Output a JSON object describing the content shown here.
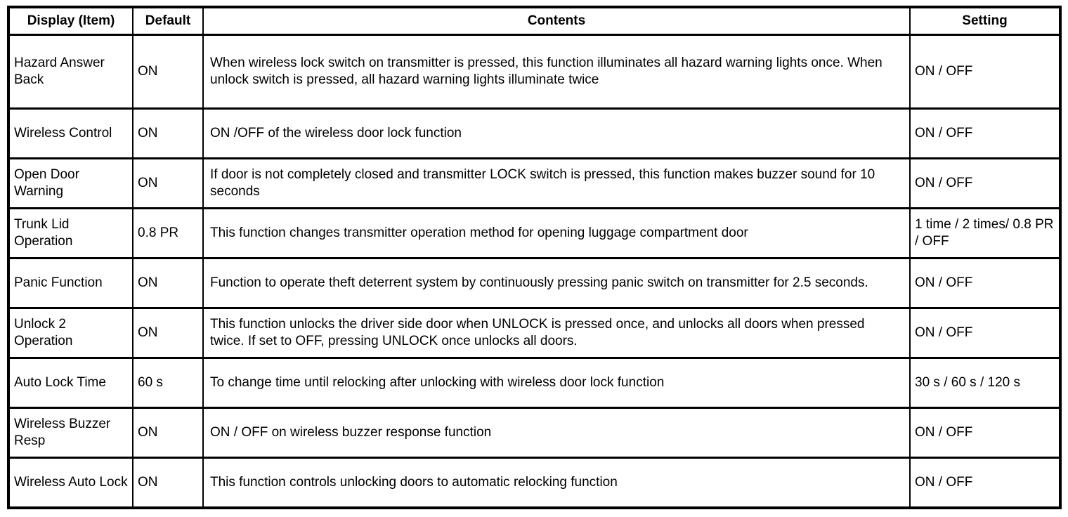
{
  "style": {
    "background_color": "#ffffff",
    "border_color": "#000000",
    "text_color": "#000000"
  },
  "table": {
    "headers": [
      "Display (Item)",
      "Default",
      "Contents",
      "Setting"
    ],
    "rows": [
      {
        "item": "Hazard Answer Back",
        "default": "ON",
        "contents": "When wireless lock switch on transmitter is pressed, this function illuminates all hazard warning lights once. When unlock switch is pressed, all hazard warning lights illuminate twice",
        "setting": "ON / OFF"
      },
      {
        "item": "Wireless Control",
        "default": "ON",
        "contents": "ON /OFF of the wireless door lock function",
        "setting": "ON / OFF"
      },
      {
        "item": "Open Door Warning",
        "default": "ON",
        "contents": "If door is not completely closed and transmitter LOCK switch is pressed, this function makes buzzer sound for 10 seconds",
        "setting": "ON / OFF"
      },
      {
        "item": "Trunk Lid Operation",
        "default": "0.8 PR",
        "contents": "This function changes transmitter operation method for opening luggage compartment door",
        "setting": "1 time / 2 times/ 0.8 PR / OFF"
      },
      {
        "item": "Panic Function",
        "default": "ON",
        "contents": "Function to operate theft deterrent system by continuously pressing panic switch on transmitter for 2.5 seconds.",
        "setting": "ON / OFF"
      },
      {
        "item": "Unlock 2 Operation",
        "default": "ON",
        "contents": "This function unlocks the driver side door when UNLOCK is pressed once, and unlocks all doors when pressed twice. If set to OFF, pressing UNLOCK once unlocks all doors.",
        "setting": "ON / OFF"
      },
      {
        "item": "Auto Lock Time",
        "default": "60 s",
        "contents": "To change time until relocking after unlocking with wireless door lock function",
        "setting": "30 s / 60 s / 120 s"
      },
      {
        "item": "Wireless Buzzer Resp",
        "default": "ON",
        "contents": "ON / OFF on wireless buzzer response function",
        "setting": "ON / OFF"
      },
      {
        "item": "Wireless Auto Lock",
        "default": "ON",
        "contents": "This function controls unlocking doors to automatic relocking function",
        "setting": "ON / OFF"
      }
    ]
  }
}
